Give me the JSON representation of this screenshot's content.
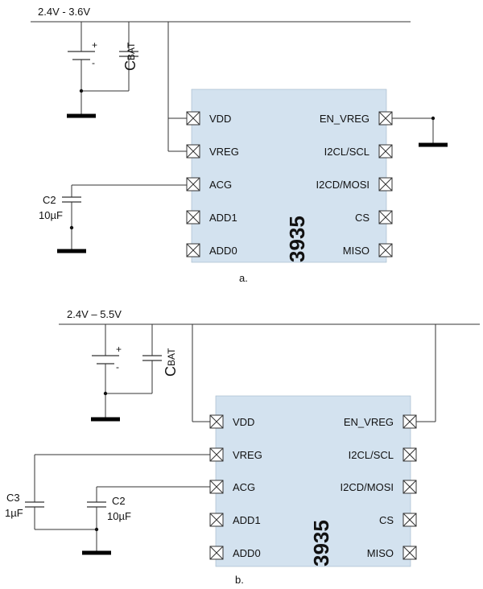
{
  "diagram_a": {
    "supply_label": "2.4V - 3.6V",
    "battery_plus": "+",
    "battery_minus": "-",
    "cbat_main": "C",
    "cbat_sub": "BAT",
    "c2_label": "C2",
    "c2_value": "10µF",
    "chip_number": "3935",
    "left_pins": [
      "VDD",
      "VREG",
      "ACG",
      "ADD1",
      "ADD0"
    ],
    "right_pins": [
      "EN_VREG",
      "I2CL/SCL",
      "I2CD/MOSI",
      "CS",
      "MISO"
    ],
    "caption": "a."
  },
  "diagram_b": {
    "supply_label": "2.4V – 5.5V",
    "battery_plus": "+",
    "battery_minus": "-",
    "cbat_main": "C",
    "cbat_sub": "BAT",
    "c3_label": "C3",
    "c3_value": "1µF",
    "c2_label": "C2",
    "c2_value": "10µF",
    "chip_number": "3935",
    "left_pins": [
      "VDD",
      "VREG",
      "ACG",
      "ADD1",
      "ADD0"
    ],
    "right_pins": [
      "EN_VREG",
      "I2CL/SCL",
      "I2CD/MOSI",
      "CS",
      "MISO"
    ],
    "caption": "b."
  }
}
